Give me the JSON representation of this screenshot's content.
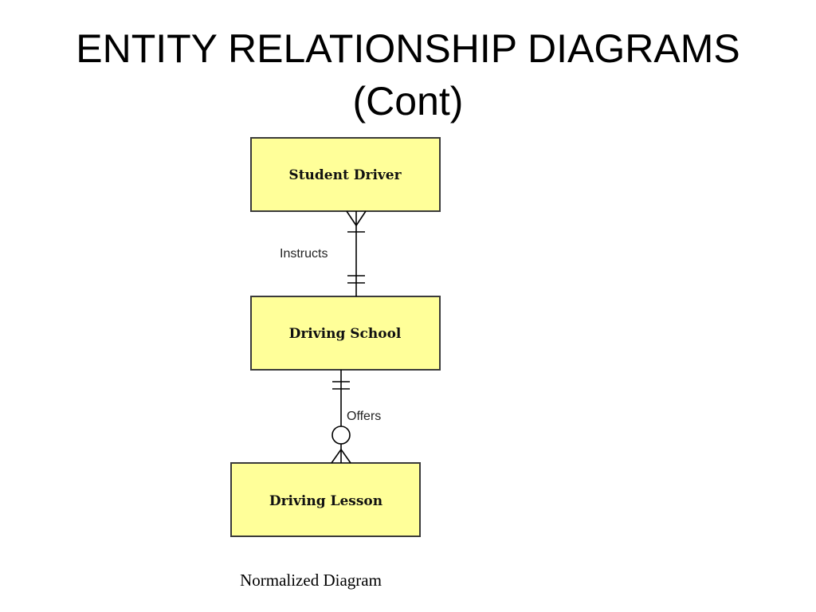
{
  "slide": {
    "title_line1": "ENTITY RELATIONSHIP DIAGRAMS",
    "title_line2": "(Cont)",
    "caption": "Normalized Diagram"
  },
  "diagram": {
    "entities": [
      {
        "id": "student-driver",
        "label": "Student Driver"
      },
      {
        "id": "driving-school",
        "label": "Driving School"
      },
      {
        "id": "driving-lesson",
        "label": "Driving Lesson"
      }
    ],
    "relationships": [
      {
        "label": "Instructs",
        "from": "Driving School",
        "to": "Student Driver",
        "from_cardinality": "one and only one",
        "to_cardinality": "one or many"
      },
      {
        "label": "Offers",
        "from": "Driving School",
        "to": "Driving Lesson",
        "from_cardinality": "one and only one",
        "to_cardinality": "zero or many"
      }
    ],
    "colors": {
      "entity_fill": "#ffff99",
      "entity_stroke": "#3a3a3a",
      "line": "#000000"
    }
  }
}
